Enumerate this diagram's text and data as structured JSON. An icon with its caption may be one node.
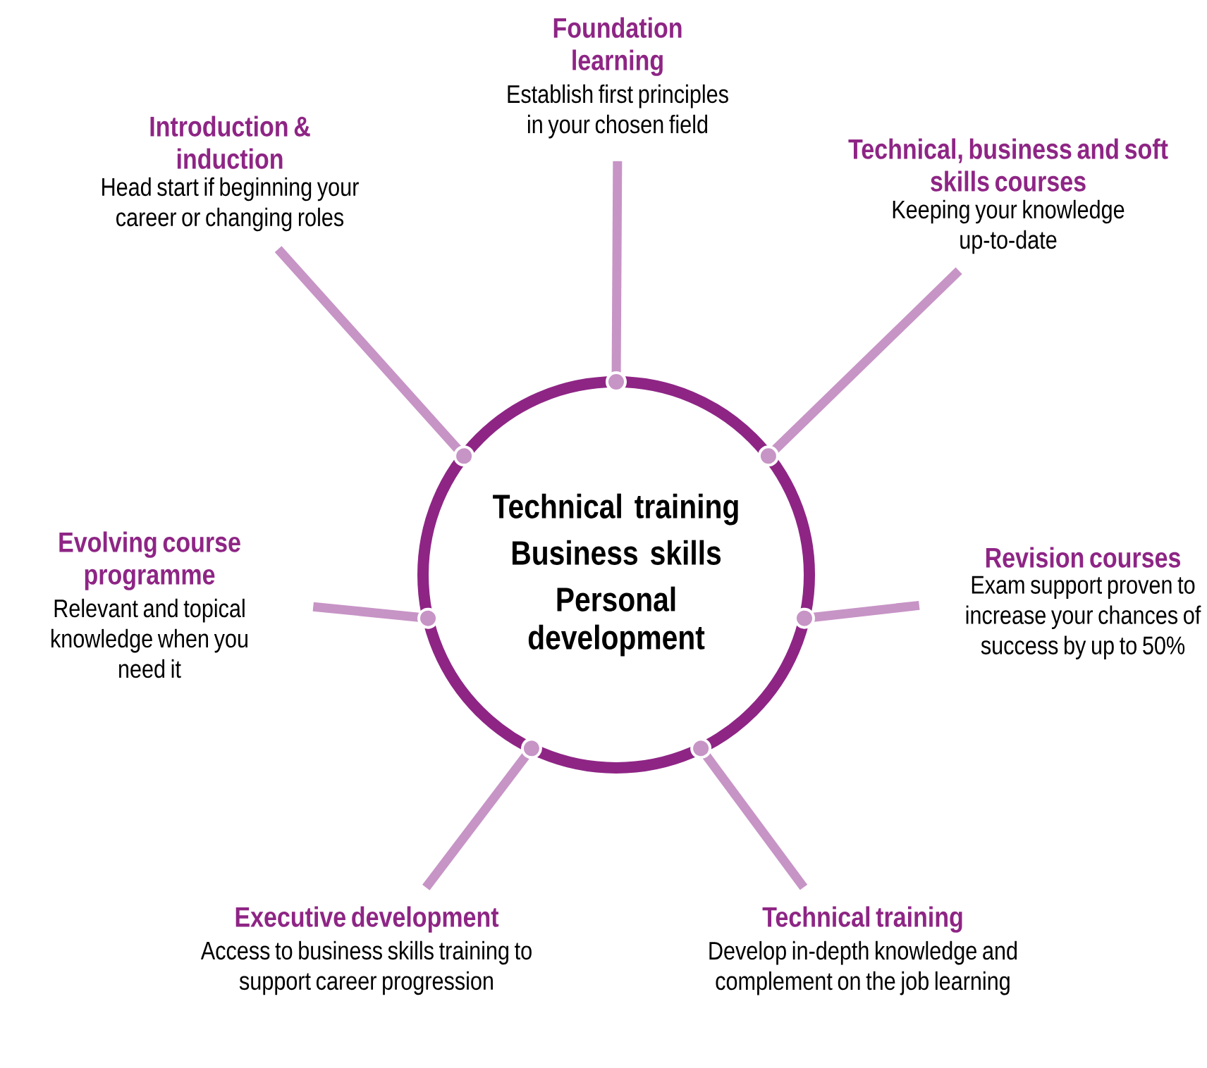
{
  "diagram": {
    "nodes": [
      {
        "text": [
          "Technical training",
          "Business skills",
          "Personal development"
        ]
      },
      {
        "text": [
          "Foundation learning",
          "Establish first principles in your chosen field"
        ]
      },
      {
        "text": [
          "Introduction & induction",
          "Head start if beginning your career or changing roles"
        ]
      },
      {
        "text": [
          "Technical, business and soft skills courses",
          "Keeping your knowledge up-to-date"
        ]
      },
      {
        "text": [
          "Evolving course programme",
          "Relevant and topical knowledge when you need it"
        ]
      },
      {
        "text": [
          "Revision courses",
          "Exam support proven to increase your chances of success by up to 50%"
        ]
      },
      {
        "text": [
          "Executive development",
          "Access to business skills training to support career progression"
        ]
      },
      {
        "text": [
          "Technical training",
          "Develop in-depth knowledge and complement on the job learning"
        ]
      }
    ],
    "edges": [
      {
        "from": 0,
        "to": 1,
        "arrow": "other"
      },
      {
        "from": 0,
        "to": 2,
        "arrow": "other"
      },
      {
        "from": 0,
        "to": 3,
        "arrow": "other"
      },
      {
        "from": 0,
        "to": 4,
        "arrow": "other"
      },
      {
        "from": 0,
        "to": 5,
        "arrow": "other"
      },
      {
        "from": 0,
        "to": 6,
        "arrow": "other"
      },
      {
        "from": 0,
        "to": 7,
        "arrow": "other"
      }
    ]
  }
}
